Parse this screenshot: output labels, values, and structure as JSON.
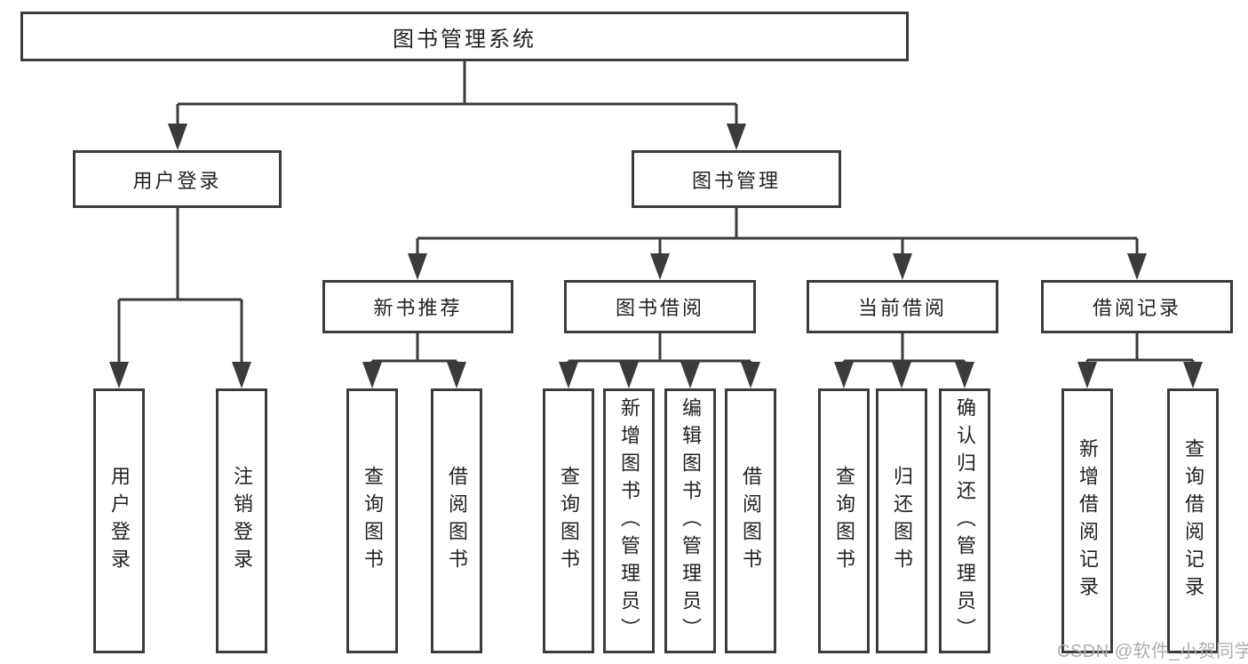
{
  "diagram": {
    "type": "hierarchy-tree",
    "colors": {
      "line": "#3b3b3b",
      "border": "#3b3b3b",
      "text": "#222222",
      "background": "#ffffff",
      "watermark": "#aeaeae"
    }
  },
  "tree": {
    "root": {
      "label": "图书管理系统",
      "children": [
        {
          "label": "用户登录",
          "children": [
            {
              "label": "用户登录"
            },
            {
              "label": "注销登录"
            }
          ]
        },
        {
          "label": "图书管理",
          "children": [
            {
              "label": "新书推荐",
              "children": [
                {
                  "label": "查询图书"
                },
                {
                  "label": "借阅图书"
                }
              ]
            },
            {
              "label": "图书借阅",
              "children": [
                {
                  "label": "查询图书"
                },
                {
                  "label": "新增图书（管理员）"
                },
                {
                  "label": "编辑图书（管理员）"
                },
                {
                  "label": "借阅图书"
                }
              ]
            },
            {
              "label": "当前借阅",
              "children": [
                {
                  "label": "查询图书"
                },
                {
                  "label": "归还图书"
                },
                {
                  "label": "确认归还（管理员）"
                }
              ]
            },
            {
              "label": "借阅记录",
              "children": [
                {
                  "label": "新增借阅记录"
                },
                {
                  "label": "查询借阅记录"
                }
              ]
            }
          ]
        }
      ]
    }
  },
  "watermark": {
    "text": "CSDN @软件_小贺同学"
  }
}
